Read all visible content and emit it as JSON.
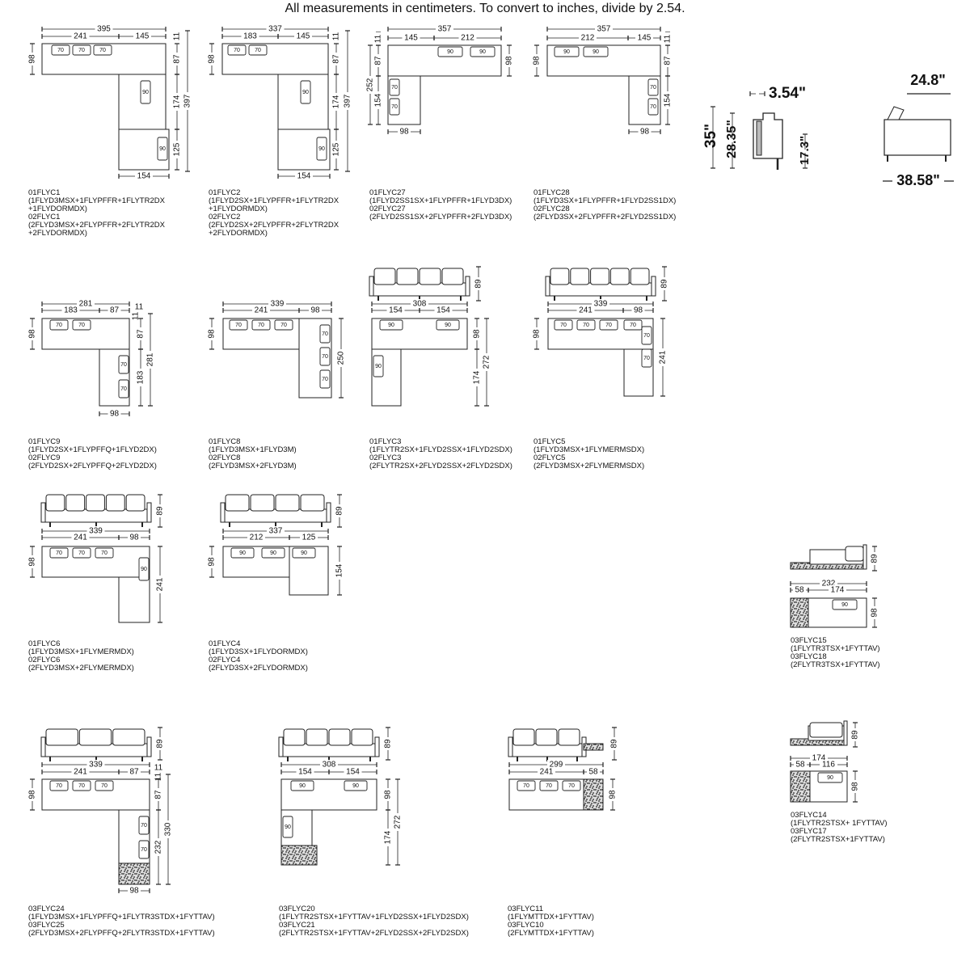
{
  "header": "All measurements in centimeters. To convert to inches, divide by 2.54.",
  "side_view": {
    "arm_width": "3.54\"",
    "height": "35\"",
    "back_height": "28.35\"",
    "seat_height": "17.3\"",
    "top_depth": "24.8\"",
    "depth": "38.58\""
  },
  "layouts": [
    {
      "code": "01FLYC1",
      "captions": [
        "01FLYC1",
        "(1FLYD3MSX+1FLYPFFR+1FLYTR2DX",
        "+1FLYDORMDX)",
        "02FLYC1",
        "(2FLYD3MSX+2FLYPFFR+2FLYTR2DX",
        "+2FLYDORMDX)"
      ],
      "dims": [
        "395",
        "241",
        "145",
        "11",
        "98",
        "87",
        "174",
        "397",
        "125",
        "154"
      ],
      "cushions": [
        "70",
        "70",
        "70",
        "90",
        "90"
      ]
    },
    {
      "code": "01FLYC2",
      "captions": [
        "01FLYC2",
        "(1FLYD2SX+1FLYPFFR+1FLYTR2DX",
        "+1FLYDORMDX)",
        "02FLYC2",
        "(2FLYD2SX+2FLYPFFR+2FLYTR2DX",
        "+2FLYDORMDX)"
      ],
      "dims": [
        "337",
        "183",
        "145",
        "11",
        "98",
        "87",
        "174",
        "397",
        "125",
        "154"
      ],
      "cushions": [
        "70",
        "70",
        "90",
        "90"
      ]
    },
    {
      "code": "01FLYC27",
      "captions": [
        "01FLYC27",
        "(1FLYD2SS1SX+1FLYPFFR+1FLYD3DX)",
        "02FLYC27",
        "(2FLYD2SS1SX+2FLYPFFR+2FLYD3DX)"
      ],
      "dims": [
        "357",
        "145",
        "212",
        "11",
        "87",
        "252",
        "154",
        "98",
        "98"
      ],
      "cushions": [
        "90",
        "90",
        "70",
        "70"
      ]
    },
    {
      "code": "01FLYC28",
      "captions": [
        "01FLYC28",
        "(1FLYD3SX+1FLYPFFR+1FLYD2SS1DX)",
        "02FLYC28",
        "(2FLYD3SX+2FLYPFFR+2FLYD2SS1DX)"
      ],
      "dims": [
        "357",
        "212",
        "145",
        "11",
        "98",
        "87",
        "154",
        "98"
      ],
      "cushions": [
        "90",
        "90",
        "70",
        "70"
      ]
    },
    {
      "code": "01FLYC9",
      "captions": [
        "01FLYC9",
        "(1FLYD2SX+1FLYPFFQ+1FLYD2DX)",
        "02FLYC9",
        "(2FLYD2SX+2FLYPFFQ+2FLYD2DX)"
      ],
      "dims": [
        "281",
        "183",
        "87",
        "11",
        "98",
        "11",
        "87",
        "183",
        "281",
        "98"
      ],
      "cushions": [
        "70",
        "70",
        "70",
        "70"
      ]
    },
    {
      "code": "01FLYC8",
      "captions": [
        "01FLYC8",
        "(1FLYD3MSX+1FLYD3M)",
        "02FLYC8",
        "(2FLYD3MSX+2FLYD3M)"
      ],
      "dims": [
        "339",
        "241",
        "98",
        "98",
        "250"
      ],
      "cushions": [
        "70",
        "70",
        "70",
        "70",
        "70",
        "70"
      ]
    },
    {
      "code": "01FLYC3",
      "captions": [
        "01FLYC3",
        "(1FLYTR2SX+1FLYD2SSX+1FLYD2SDX)",
        "02FLYC3",
        "(2FLYTR2SX+2FLYD2SSX+2FLYD2SDX)"
      ],
      "dims": [
        "89",
        "308",
        "154",
        "154",
        "98",
        "174",
        "272"
      ],
      "cushions": [
        "90",
        "90",
        "90"
      ]
    },
    {
      "code": "01FLYC5",
      "captions": [
        "01FLYC5",
        "(1FLYD3MSX+1FLYMERMSDX)",
        "02FLYC5",
        "(2FLYD3MSX+2FLYMERMSDX)"
      ],
      "dims": [
        "89",
        "339",
        "241",
        "98",
        "98",
        "241"
      ],
      "cushions": [
        "70",
        "70",
        "70",
        "70",
        "70",
        "70"
      ]
    },
    {
      "code": "01FLYC6",
      "captions": [
        "01FLYC6",
        "(1FLYD3MSX+1FLYMERMDX)",
        "02FLYC6",
        "(2FLYD3MSX+2FLYMERMDX)"
      ],
      "dims": [
        "89",
        "339",
        "241",
        "98",
        "98",
        "241"
      ],
      "cushions": [
        "70",
        "70",
        "70",
        "90"
      ]
    },
    {
      "code": "01FLYC4",
      "captions": [
        "01FLYC4",
        "(1FLYD3SX+1FLYDORMDX)",
        "02FLYC4",
        "(2FLYD3SX+2FLYDORMDX)"
      ],
      "dims": [
        "89",
        "337",
        "212",
        "125",
        "98",
        "154"
      ],
      "cushions": [
        "90",
        "90",
        "90"
      ]
    },
    {
      "code": "03FLYC15",
      "captions": [
        "03FLYC15",
        "(1FLYTR3TSX+1FYTTAV)",
        "03FLYC18",
        "(2FLYTR3TSX+1FYTTAV)"
      ],
      "dims": [
        "89",
        "232",
        "58",
        "174",
        "98"
      ],
      "cushions": [
        "90"
      ]
    },
    {
      "code": "03FLYC14",
      "captions": [
        "03FLYC14",
        "(1FLYTR2STSX+ 1FYTTAV)",
        "03FLYC17",
        "(2FLYTR2STSX+1FYTTAV)"
      ],
      "dims": [
        "89",
        "174",
        "58",
        "116",
        "98"
      ],
      "cushions": [
        "90"
      ]
    },
    {
      "code": "03FLYC24",
      "captions": [
        "03FLYC24",
        "(1FLYD3MSX+1FLYPFFQ+1FLYTR3STDX+1FYTTAV)",
        "03FLYC25",
        "(2FLYD3MSX+2FLYPFFQ+2FLYTR3STDX+1FYTTAV)"
      ],
      "dims": [
        "89",
        "339",
        "241",
        "87",
        "11",
        "98",
        "11",
        "87",
        "232",
        "330",
        "98"
      ],
      "cushions": [
        "70",
        "70",
        "70",
        "70",
        "70"
      ]
    },
    {
      "code": "03FLYC20",
      "captions": [
        "03FLYC20",
        "(1FLYTR2STSX+1FYTTAV+1FLYD2SSX+1FLYD2SDX)",
        "03FLYC21",
        "(2FLYTR2STSX+1FYTTAV+2FLYD2SSX+2FLYD2SDX)"
      ],
      "dims": [
        "89",
        "308",
        "154",
        "154",
        "98",
        "174",
        "272"
      ],
      "cushions": [
        "90",
        "90",
        "90"
      ]
    },
    {
      "code": "03FLYC11",
      "captions": [
        "03FLYC11",
        "(1FLYMTTDX+1FYTTAV)",
        "03FLYC10",
        "(2FLYMTTDX+1FYTTAV)"
      ],
      "dims": [
        "89",
        "299",
        "241",
        "58",
        "98"
      ],
      "cushions": [
        "70",
        "70",
        "70"
      ]
    }
  ]
}
